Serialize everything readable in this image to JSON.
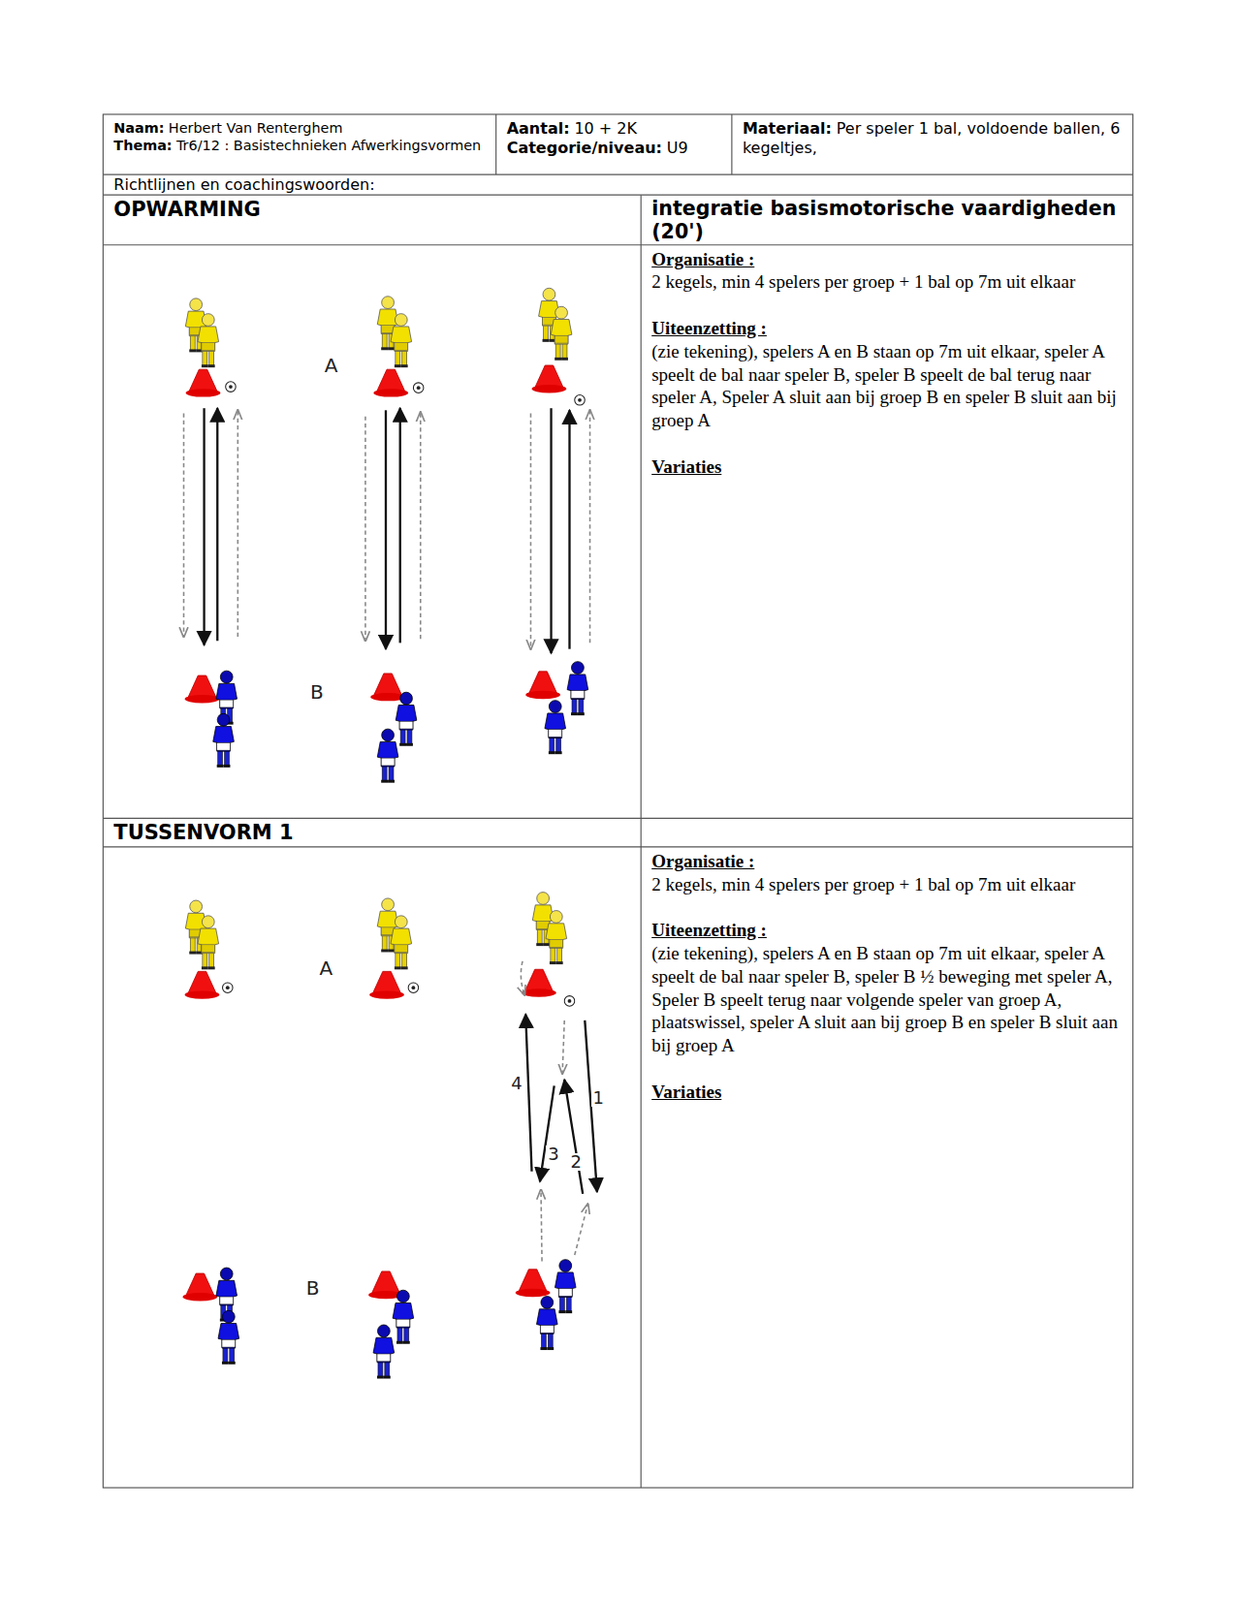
{
  "diagram": {
    "nodes": [
      {
        "text": [
          "Naam:",
          "Herbert Van Renterghem",
          "Thema:",
          "Tr6/12 : Basistechnieken Afwerkingsvormen"
        ]
      },
      {
        "text": [
          "Aantal:",
          "10 + 2K",
          "Categorie/niveau:",
          "U9"
        ]
      },
      {
        "text": [
          "Materiaal:",
          "Per speler 1 bal, voldoende ballen, 6 kegeltjes,"
        ]
      },
      {
        "text": [
          "Richtlijnen en coachingswoorden:"
        ]
      },
      {
        "text": [
          "OPWARMING"
        ]
      },
      {
        "text": [
          "integratie basismotorische vaardigheden (20')"
        ]
      },
      {
        "text": [
          "Organisatie :",
          "2 kegels, min 4 spelers per groep + 1 bal op 7m uit elkaar",
          "Uiteenzetting :",
          "(zie tekening), spelers A en B staan op 7m uit elkaar, speler A speelt de bal naar speler B, speler B speelt de bal terug naar speler A, Speler A sluit aan bij groep B en speler B sluit aan bij groep A",
          "Variaties"
        ]
      },
      {
        "text": [
          "TUSSENVORM 1"
        ]
      },
      {
        "text": [
          "Organisatie :",
          "2 kegels, min 4 spelers per groep + 1 bal op 7m uit elkaar",
          "Uiteenzetting :",
          "(zie tekening), spelers A en B staan op 7m uit elkaar, speler A speelt de bal naar speler B, speler B ½ beweging met speler A, Speler B speelt terug naar volgende speler van groep A, plaatswissel, speler A sluit aan bij groep B en speler B sluit aan bij groep A",
          "Variaties"
        ]
      }
    ],
    "labels": [
      "A",
      "B",
      "A",
      "B",
      "4",
      "3",
      "2",
      "1"
    ]
  }
}
